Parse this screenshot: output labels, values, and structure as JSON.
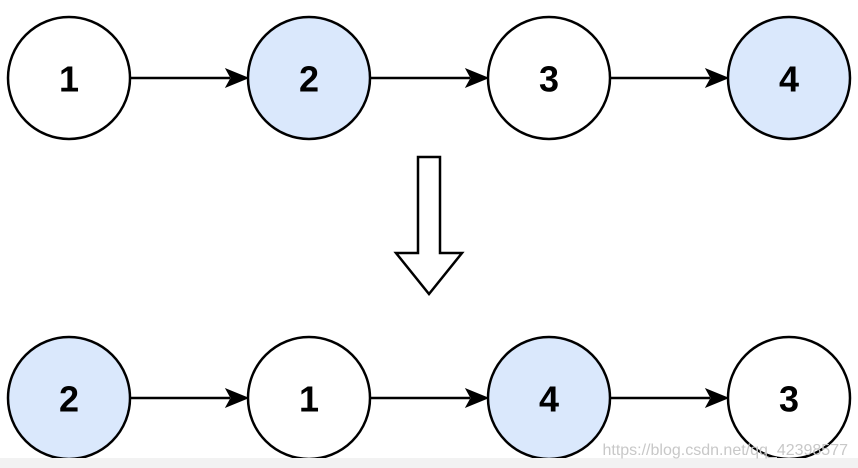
{
  "colors": {
    "plain_fill": "#ffffff",
    "highlight_fill": "#dae8fc",
    "stroke": "#000000"
  },
  "before_list": {
    "nodes": [
      {
        "label": "1",
        "highlight": false
      },
      {
        "label": "2",
        "highlight": true
      },
      {
        "label": "3",
        "highlight": false
      },
      {
        "label": "4",
        "highlight": true
      }
    ]
  },
  "after_list": {
    "nodes": [
      {
        "label": "2",
        "highlight": true
      },
      {
        "label": "1",
        "highlight": false
      },
      {
        "label": "4",
        "highlight": true
      },
      {
        "label": "3",
        "highlight": false
      }
    ]
  },
  "watermark": {
    "text": "https://blog.csdn.net/qq_42398577"
  }
}
